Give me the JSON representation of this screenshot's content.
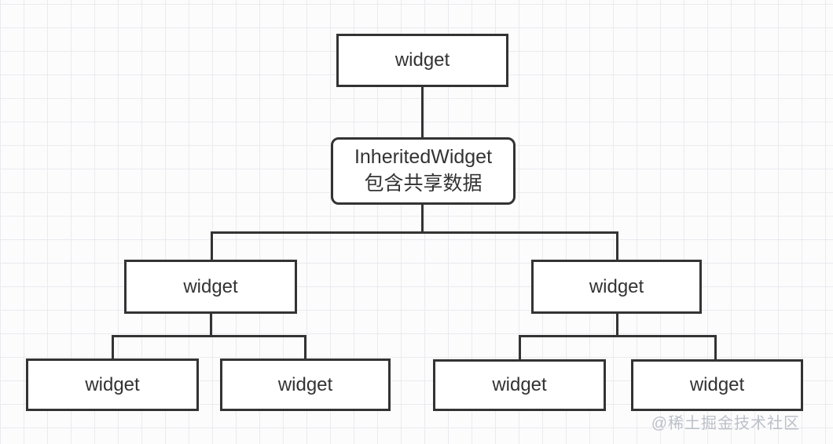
{
  "diagram": {
    "title": "InheritedWidget shared-data widget tree",
    "root": {
      "label": "widget"
    },
    "inherited": {
      "label_line1": "InheritedWidget",
      "label_line2": "包含共享数据"
    },
    "mid_left": {
      "label": "widget"
    },
    "mid_right": {
      "label": "widget"
    },
    "leaf_1": {
      "label": "widget"
    },
    "leaf_2": {
      "label": "widget"
    },
    "leaf_3": {
      "label": "widget"
    },
    "leaf_4": {
      "label": "widget"
    }
  },
  "watermark": {
    "text": "@稀土掘金技术社区"
  },
  "colors": {
    "line": "#333333",
    "box_border": "#333333",
    "box_background": "#ffffff",
    "grid_line": "#ebebef",
    "page_background": "#fcfcfd",
    "watermark_text": "#bcc0c8"
  }
}
